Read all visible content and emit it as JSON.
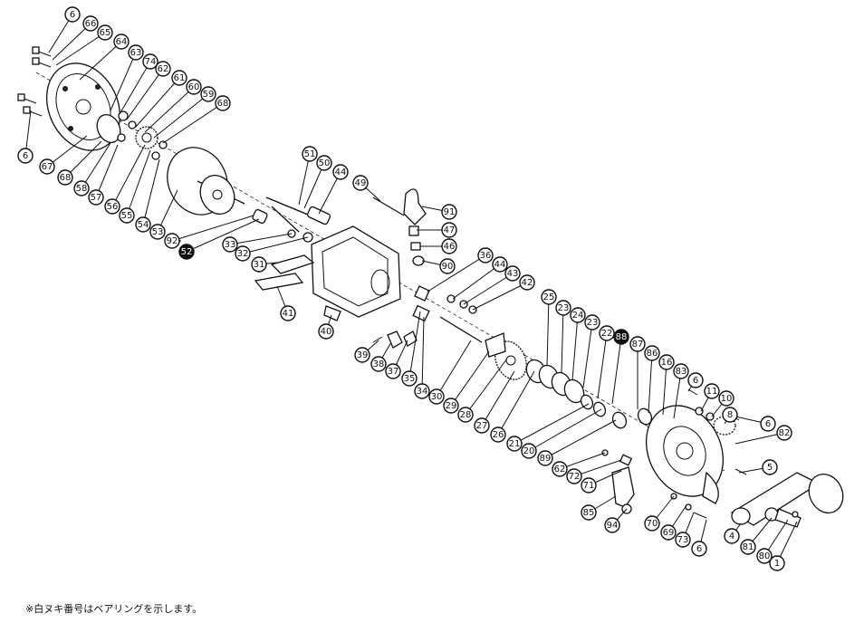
{
  "footnote": "※白ヌキ番号はベアリングを示します。",
  "callouts": [
    {
      "label": "6"
    },
    {
      "label": "66"
    },
    {
      "label": "65"
    },
    {
      "label": "64"
    },
    {
      "label": "63"
    },
    {
      "label": "74"
    },
    {
      "label": "62"
    },
    {
      "label": "61"
    },
    {
      "label": "60"
    },
    {
      "label": "59"
    },
    {
      "label": "68"
    },
    {
      "label": "6"
    },
    {
      "label": "67"
    },
    {
      "label": "68"
    },
    {
      "label": "58"
    },
    {
      "label": "57"
    },
    {
      "label": "56"
    },
    {
      "label": "55"
    },
    {
      "label": "54"
    },
    {
      "label": "53"
    },
    {
      "label": "92"
    },
    {
      "label": "52",
      "bearing": true
    },
    {
      "label": "51"
    },
    {
      "label": "50"
    },
    {
      "label": "44"
    },
    {
      "label": "49"
    },
    {
      "label": "91"
    },
    {
      "label": "47"
    },
    {
      "label": "46"
    },
    {
      "label": "90"
    },
    {
      "label": "33"
    },
    {
      "label": "32"
    },
    {
      "label": "31"
    },
    {
      "label": "41"
    },
    {
      "label": "40"
    },
    {
      "label": "36"
    },
    {
      "label": "44"
    },
    {
      "label": "43"
    },
    {
      "label": "42"
    },
    {
      "label": "39"
    },
    {
      "label": "38"
    },
    {
      "label": "37"
    },
    {
      "label": "35"
    },
    {
      "label": "34"
    },
    {
      "label": "30"
    },
    {
      "label": "29"
    },
    {
      "label": "28"
    },
    {
      "label": "27"
    },
    {
      "label": "26"
    },
    {
      "label": "25"
    },
    {
      "label": "23"
    },
    {
      "label": "24"
    },
    {
      "label": "23"
    },
    {
      "label": "22"
    },
    {
      "label": "88",
      "bearing": true
    },
    {
      "label": "87"
    },
    {
      "label": "86"
    },
    {
      "label": "16"
    },
    {
      "label": "83"
    },
    {
      "label": "21"
    },
    {
      "label": "20"
    },
    {
      "label": "89"
    },
    {
      "label": "62"
    },
    {
      "label": "72"
    },
    {
      "label": "71"
    },
    {
      "label": "6"
    },
    {
      "label": "11"
    },
    {
      "label": "10"
    },
    {
      "label": "8"
    },
    {
      "label": "6"
    },
    {
      "label": "82"
    },
    {
      "label": "5"
    },
    {
      "label": "85"
    },
    {
      "label": "94"
    },
    {
      "label": "70"
    },
    {
      "label": "69"
    },
    {
      "label": "73"
    },
    {
      "label": "6"
    },
    {
      "label": "4"
    },
    {
      "label": "81"
    },
    {
      "label": "80"
    },
    {
      "label": "1"
    }
  ]
}
